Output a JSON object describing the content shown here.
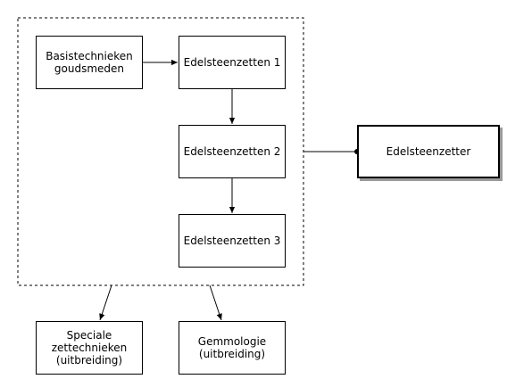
{
  "nodes": {
    "basis": "Basistechnieken\ngoudsmeden",
    "e1": "Edelsteenzetten 1",
    "e2": "Edelsteenzetten 2",
    "e3": "Edelsteenzetten 3",
    "target": "Edelsteenzetter",
    "speciale": "Speciale\nzettechnieken\n(uitbreiding)",
    "gemmo": "Gemmologie\n(uitbreiding)"
  },
  "colors": {
    "stroke": "#000000",
    "shadow": "#9a9a9a",
    "background": "#ffffff"
  }
}
